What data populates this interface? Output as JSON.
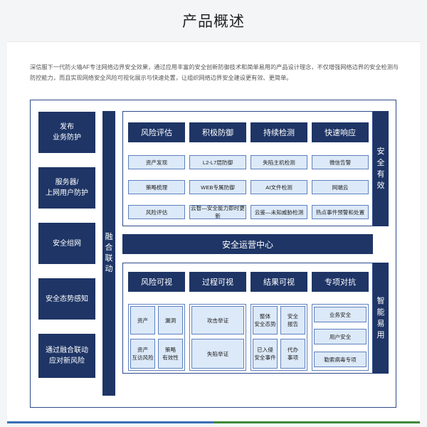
{
  "title": "产品概述",
  "intro": "深信服下一代防火墙AF专注网络边界安全效果，通过应用丰富的安全创新防御技术和简单易用的产品设计理念，不仅增强网络边界的安全检测与防控能力，而且实现网络安全风险可视化展示与快速处置，让组织网络边界安全建设更有效、更简单。",
  "left_items": [
    "发布\n业务防护",
    "服务器/\n上网用户防护",
    "安全组网",
    "安全态势感知",
    "通过融合联动\n应对新风险"
  ],
  "fusion_label": "融合联动",
  "top_section": {
    "side_label": "安全有效",
    "columns": [
      {
        "header": "风险评估",
        "items": [
          "资产发现",
          "策略梳理",
          "风险评估"
        ]
      },
      {
        "header": "积极防御",
        "items": [
          "L2-L7层防御",
          "WEB专属防御",
          "云智—安全能力即时更新"
        ]
      },
      {
        "header": "持续检测",
        "items": [
          "失陷主机检测",
          "AI文件检测",
          "云鉴—未知威胁检测"
        ]
      },
      {
        "header": "快速响应",
        "items": [
          "微信告警",
          "网端云",
          "热点事件预警和处置"
        ]
      }
    ]
  },
  "soc_label": "安全运营中心",
  "bottom_section": {
    "side_label": "智能易用",
    "headers": [
      "风险可视",
      "过程可视",
      "结果可视",
      "专项对抗"
    ],
    "risk_items": [
      "资产",
      "漏洞",
      "资产\n互访风险",
      "策略\n有效性"
    ],
    "process_items": [
      "攻击举证",
      "失陷举证"
    ],
    "result_items": [
      "整体\n安全态势",
      "安全\n报告",
      "已入侵\n安全事件",
      "代办\n事项"
    ],
    "special_items": [
      "业务安全",
      "用户安全",
      "勒索病毒专项"
    ]
  },
  "colors": {
    "dark_blue": "#1e3566",
    "light_blue": "#dce9f8",
    "border": "#5d80bf",
    "bar_blue": "#3a6fb8",
    "bar_green": "#3f8a3a"
  }
}
